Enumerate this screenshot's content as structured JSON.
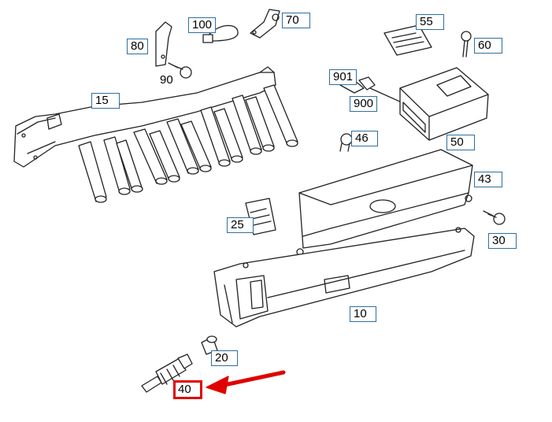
{
  "callouts": [
    {
      "id": "80",
      "label": "80"
    },
    {
      "id": "100",
      "label": "100"
    },
    {
      "id": "70",
      "label": "70"
    },
    {
      "id": "90",
      "label": "90"
    },
    {
      "id": "55",
      "label": "55"
    },
    {
      "id": "60",
      "label": "60"
    },
    {
      "id": "901",
      "label": "901"
    },
    {
      "id": "900",
      "label": "900"
    },
    {
      "id": "15",
      "label": "15"
    },
    {
      "id": "46",
      "label": "46"
    },
    {
      "id": "50",
      "label": "50"
    },
    {
      "id": "43",
      "label": "43"
    },
    {
      "id": "25",
      "label": "25"
    },
    {
      "id": "30",
      "label": "30"
    },
    {
      "id": "10",
      "label": "10"
    },
    {
      "id": "20",
      "label": "20"
    },
    {
      "id": "40",
      "label": "40"
    }
  ],
  "highlighted_part": "40",
  "colors": {
    "callout_border": "#2f6f9f",
    "highlight": "#e00000",
    "line_art": "#222222"
  }
}
